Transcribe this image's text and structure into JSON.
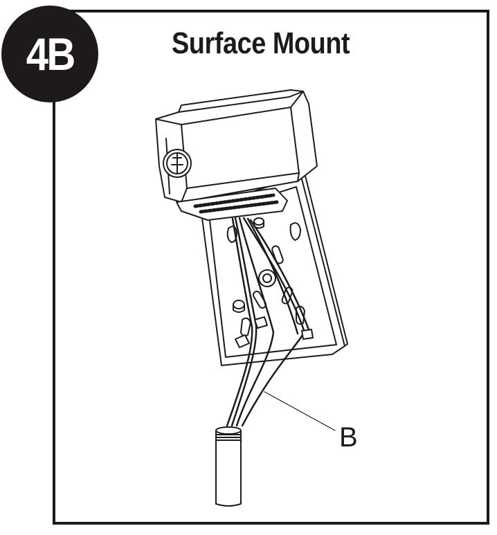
{
  "step": {
    "number": "4B",
    "title": "Surface Mount"
  },
  "callouts": [
    {
      "label": "B"
    }
  ],
  "colors": {
    "ink": "#1e1a1a",
    "background": "#ffffff"
  }
}
